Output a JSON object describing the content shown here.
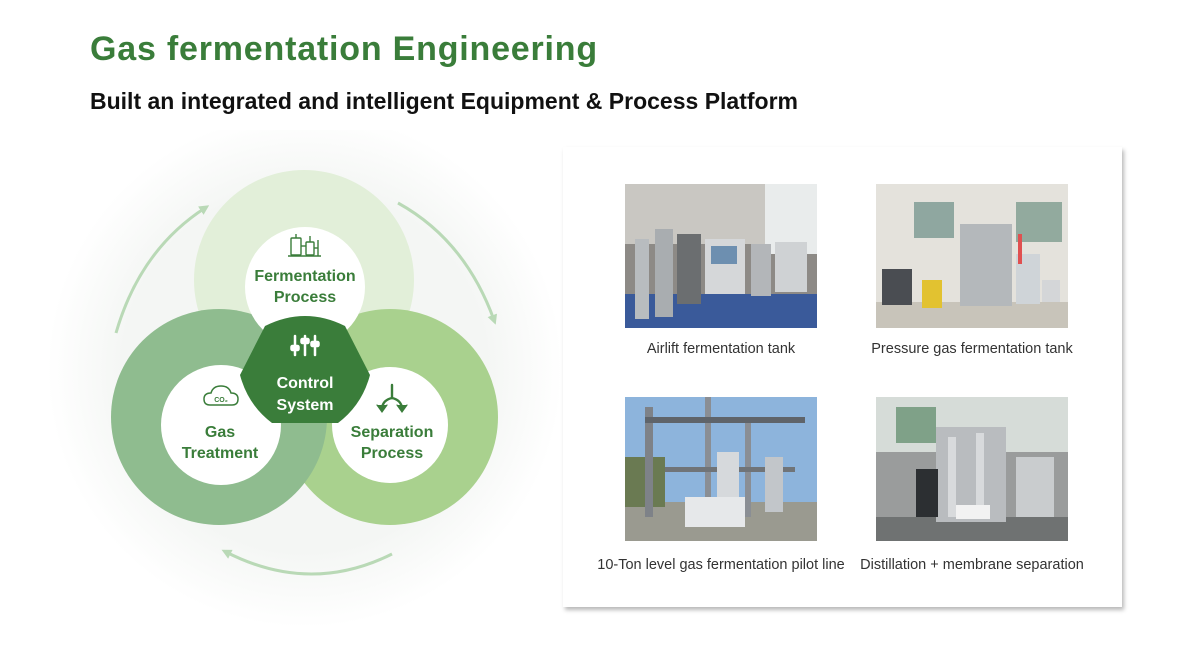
{
  "header": {
    "title": "Gas fermentation Engineering",
    "subtitle": "Built an integrated and intelligent Equipment & Process Platform"
  },
  "diagram": {
    "center": {
      "line1": "Control",
      "line2": "System",
      "icon": "sliders-icon"
    },
    "nodes": [
      {
        "id": "fermentation",
        "line1": "Fermentation",
        "line2": "Process",
        "icon": "fermentation-equipment-icon"
      },
      {
        "id": "gas",
        "line1": "Gas",
        "line2": "Treatment",
        "icon": "co2-cloud-icon",
        "icon_text": "CO₂"
      },
      {
        "id": "separation",
        "line1": "Separation",
        "line2": "Process",
        "icon": "split-arrows-icon"
      }
    ],
    "colors": {
      "dark_green": "#3a7d3a",
      "ring_top": "#e2efd9",
      "ring_left": "#8fbc8f",
      "ring_right": "#a9d18e",
      "arrow": "#b9d9b6"
    }
  },
  "gallery": {
    "items": [
      {
        "caption": "Airlift fermentation tank",
        "image": "airlift-fermentation-tank-photo"
      },
      {
        "caption": "Pressure gas fermentation tank",
        "image": "pressure-gas-fermentation-tank-photo"
      },
      {
        "caption": "10-Ton level gas fermentation pilot line",
        "image": "pilot-line-photo"
      },
      {
        "caption": "Distillation + membrane separation",
        "image": "distillation-membrane-separation-photo"
      }
    ]
  }
}
